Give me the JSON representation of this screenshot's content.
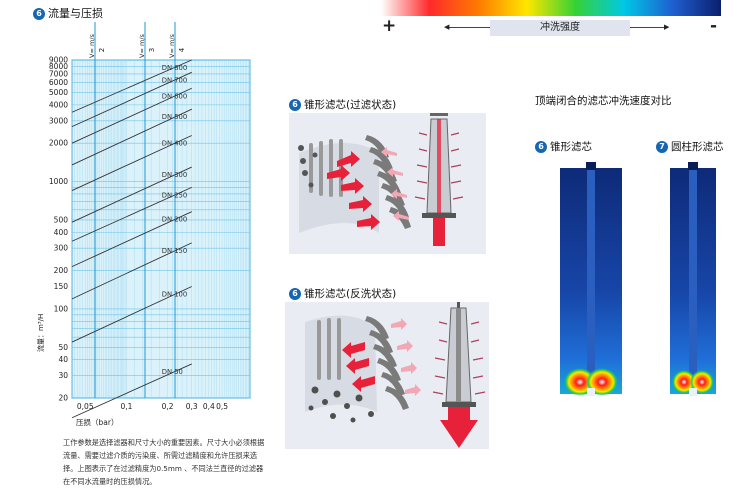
{
  "flow_section": {
    "number": "6",
    "title": "流量与压损",
    "velocity_labels": [
      {
        "v": "V=",
        "unit": "m/s",
        "value": "2"
      },
      {
        "v": "V=",
        "unit": "m/s",
        "value": "3"
      },
      {
        "v": "V=",
        "unit": "m/s",
        "value": "4"
      }
    ],
    "y_axis_label": "流量：m³/H",
    "x_axis_label": "压损（bar）",
    "note": "工作参数是选择滤器和尺寸大小的重要因素。尺寸大小必须根据流量、需要过滤介质的污染度、所需过滤精度和允许压损来选择。上图表示了在过滤精度为0.5mm 、不同法兰直径的过滤器在不同水流量时的压损情况。"
  },
  "chart_data": {
    "type": "line",
    "xscale": "log",
    "yscale": "log",
    "xlabel": "压损（bar）",
    "ylabel": "流量：m³/H",
    "xlim": [
      0.04,
      0.8
    ],
    "ylim": [
      20,
      9000
    ],
    "x_ticks": [
      "0,05",
      "0,1",
      "0,2",
      "0,3",
      "0,4",
      "0,5"
    ],
    "y_ticks": [
      "9000",
      "8000",
      "7000",
      "6000",
      "5000",
      "4000",
      "3000",
      "2000",
      "1000",
      "500",
      "400",
      "300",
      "200",
      "150",
      "100",
      "50",
      "40",
      "30",
      "20"
    ],
    "grid": true,
    "series": [
      {
        "name": "DN 800",
        "x": [
          0.04,
          0.3
        ],
        "y": [
          3500,
          9000
        ]
      },
      {
        "name": "DN 700",
        "x": [
          0.04,
          0.3
        ],
        "y": [
          2700,
          7200
        ]
      },
      {
        "name": "DN 600",
        "x": [
          0.04,
          0.3
        ],
        "y": [
          2000,
          5400
        ]
      },
      {
        "name": "DN 500",
        "x": [
          0.04,
          0.3
        ],
        "y": [
          1350,
          3700
        ]
      },
      {
        "name": "DN 400",
        "x": [
          0.04,
          0.3
        ],
        "y": [
          850,
          2300
        ]
      },
      {
        "name": "DN 300",
        "x": [
          0.04,
          0.3
        ],
        "y": [
          480,
          1300
        ]
      },
      {
        "name": "DN 250",
        "x": [
          0.04,
          0.3
        ],
        "y": [
          340,
          900
        ]
      },
      {
        "name": "DN 200",
        "x": [
          0.04,
          0.3
        ],
        "y": [
          215,
          580
        ]
      },
      {
        "name": "DN 150",
        "x": [
          0.04,
          0.3
        ],
        "y": [
          120,
          330
        ]
      },
      {
        "name": "DN 100",
        "x": [
          0.04,
          0.3
        ],
        "y": [
          55,
          150
        ]
      },
      {
        "name": "DN 50",
        "x": [
          0.04,
          0.3
        ],
        "y": [
          14,
          37
        ]
      }
    ]
  },
  "cone_filtering": {
    "number": "6",
    "title": "锥形滤芯(过滤状态)"
  },
  "cone_backwash": {
    "number": "6",
    "title": "锥形滤芯(反洗状态)"
  },
  "intensity_legend": {
    "plus": "+",
    "minus": "-",
    "label": "冲洗强度",
    "colors": [
      "#ffffff",
      "#ff2a2a",
      "#ff7a00",
      "#ffe600",
      "#35d235",
      "#00c8e6",
      "#1f5fd0",
      "#0a1f6e"
    ]
  },
  "comparison": {
    "title": "顶端闭合的滤芯冲洗速度对比",
    "left": {
      "number": "6",
      "label": "锥形滤芯"
    },
    "right": {
      "number": "7",
      "label": "圆柱形滤芯"
    }
  }
}
